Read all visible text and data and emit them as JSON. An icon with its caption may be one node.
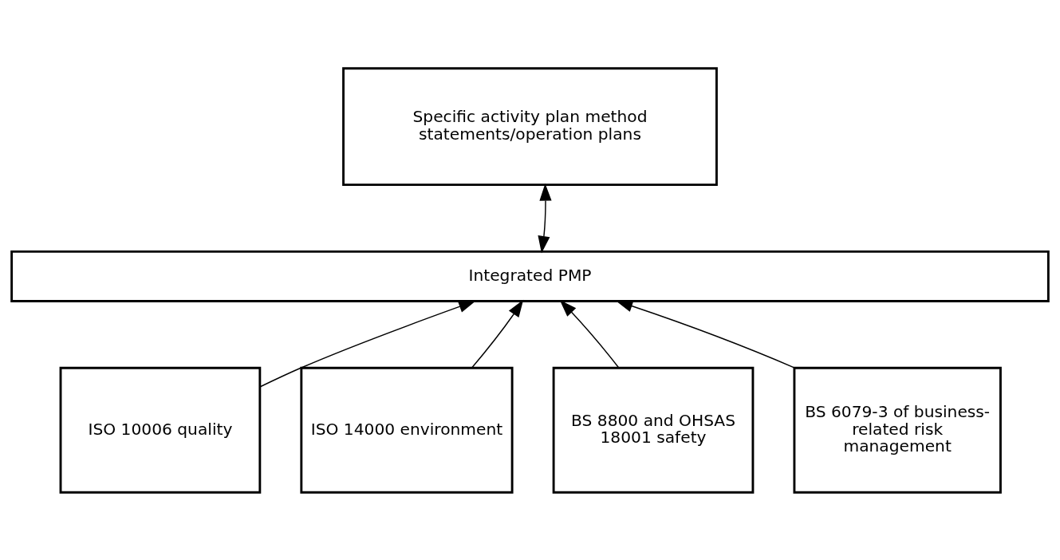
{
  "diagram": {
    "nodes": [
      {
        "text": [
          "Specific activity plan method statements/operation plans"
        ]
      },
      {
        "text": [
          "Integrated PMP"
        ]
      },
      {
        "text": [
          "ISO 10006 quality"
        ]
      },
      {
        "text": [
          "ISO 14000 environment"
        ]
      },
      {
        "text": [
          "BS 8800 and OHSAS 18001 safety"
        ]
      },
      {
        "text": [
          "BS 6079-3 of business-related risk management"
        ]
      }
    ],
    "edges": [
      {
        "from": 0,
        "to": 1,
        "arrow": "both"
      },
      {
        "from": 2,
        "to": 1,
        "arrow": "to"
      },
      {
        "from": 3,
        "to": 1,
        "arrow": "to"
      },
      {
        "from": 4,
        "to": 1,
        "arrow": "to"
      },
      {
        "from": 5,
        "to": 1,
        "arrow": "to"
      }
    ]
  }
}
